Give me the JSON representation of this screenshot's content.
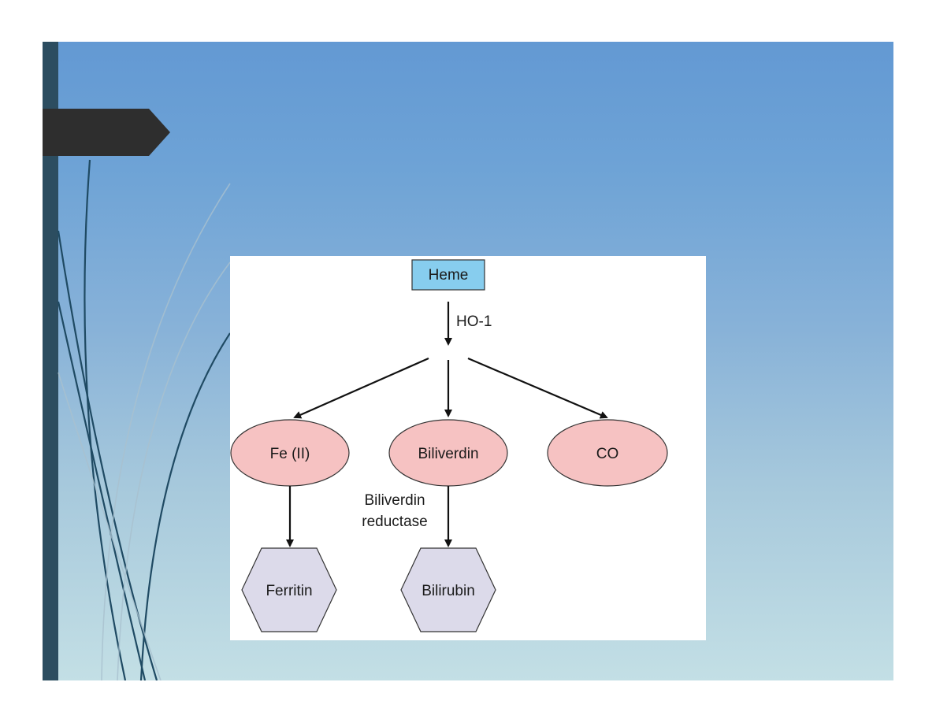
{
  "slide": {
    "title": "",
    "colors": {
      "background_top": "#6399d3",
      "background_bottom": "#c3dfe5",
      "left_bar": "#2c4d60",
      "title_tab": "#2e2e2e",
      "decor_line": "#1f4a63"
    }
  },
  "diagram": {
    "nodes": {
      "heme": {
        "label": "Heme",
        "shape": "rectangle",
        "fill": "#87cdee"
      },
      "fe": {
        "label": "Fe (II)",
        "shape": "ellipse",
        "fill": "#f6c2c2"
      },
      "biliverdin": {
        "label": "Biliverdin",
        "shape": "ellipse",
        "fill": "#f6c2c2"
      },
      "co": {
        "label": "CO",
        "shape": "ellipse",
        "fill": "#f6c2c2"
      },
      "ferritin": {
        "label": "Ferritin",
        "shape": "hexagon",
        "fill": "#dcdaea"
      },
      "bilirubin": {
        "label": "Bilirubin",
        "shape": "hexagon",
        "fill": "#dcdaea"
      }
    },
    "edge_labels": {
      "ho1": "HO-1",
      "reductase_line1": "Biliverdin",
      "reductase_line2": "reductase"
    },
    "edges": [
      {
        "from": "heme",
        "to": "fe",
        "label": "HO-1"
      },
      {
        "from": "heme",
        "to": "biliverdin",
        "label": "HO-1"
      },
      {
        "from": "heme",
        "to": "co",
        "label": "HO-1"
      },
      {
        "from": "fe",
        "to": "ferritin"
      },
      {
        "from": "biliverdin",
        "to": "bilirubin",
        "label": "Biliverdin reductase"
      }
    ]
  }
}
